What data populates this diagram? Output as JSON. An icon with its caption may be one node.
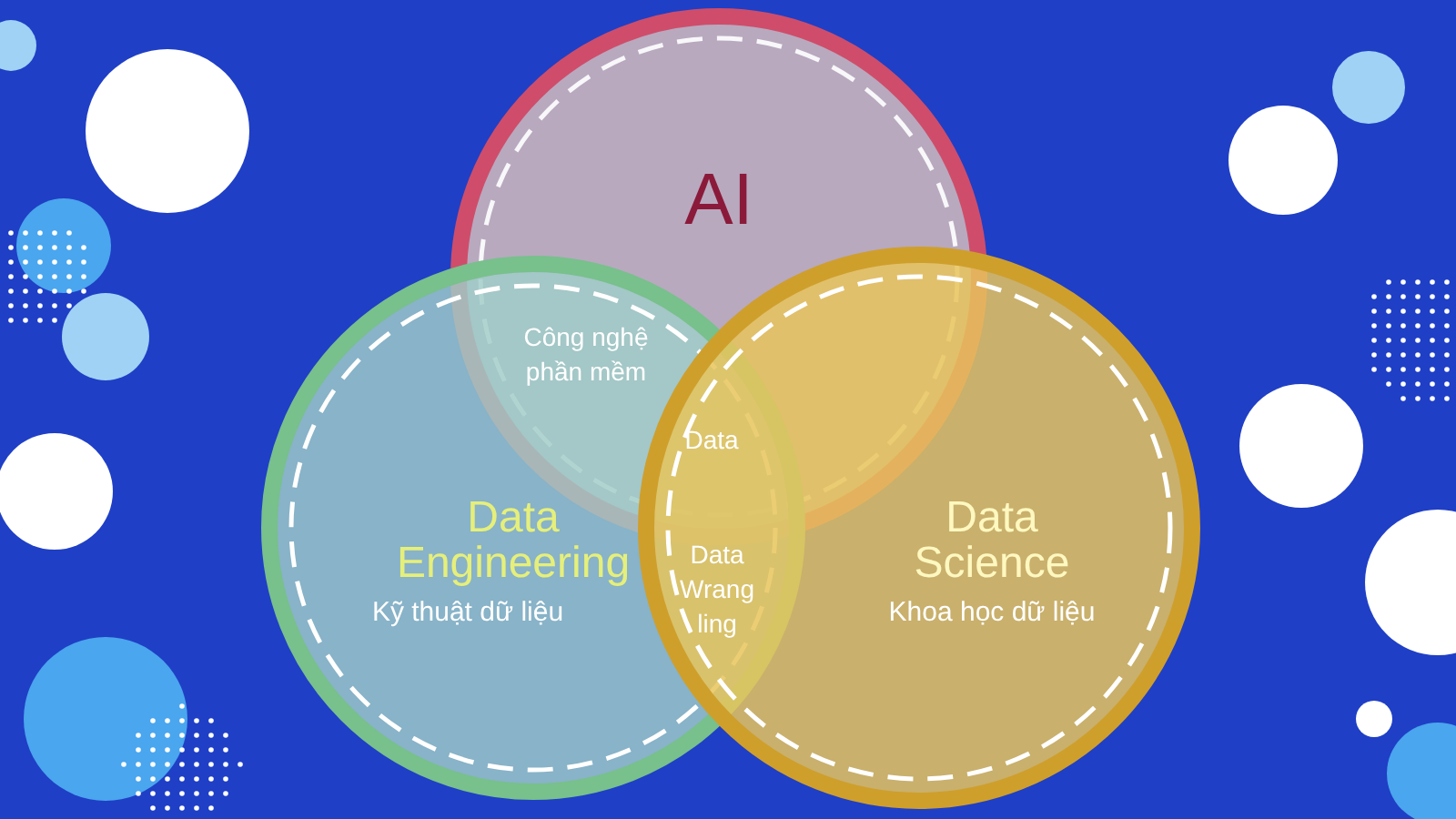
{
  "diagram": {
    "nodes": [
      {
        "text": [
          "AI"
        ]
      },
      {
        "text": [
          "Data Engineering",
          "Kỹ thuật dữ liệu"
        ]
      },
      {
        "text": [
          "Data Science",
          "Khoa học dữ liệu"
        ]
      }
    ],
    "labels": [
      "Công nghệ phần mềm",
      "Data",
      "Data Wrang ling"
    ]
  }
}
